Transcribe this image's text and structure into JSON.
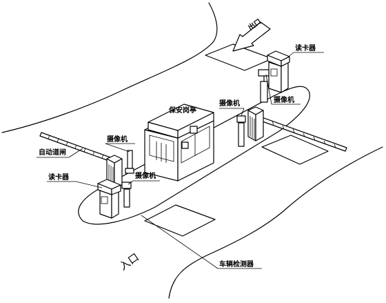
{
  "labels": {
    "exit": "出口",
    "entrance": "入口",
    "card_reader_top": "读卡器",
    "card_reader_left": "读卡器",
    "camera_right": "摄像机",
    "camera_center": "摄像机",
    "camera_left_upper": "摄像机",
    "camera_left_lower": "摄像机",
    "guard_booth": "保安岗亭",
    "auto_barrier": "自动道闸",
    "vehicle_detector": "车辆检测器"
  }
}
